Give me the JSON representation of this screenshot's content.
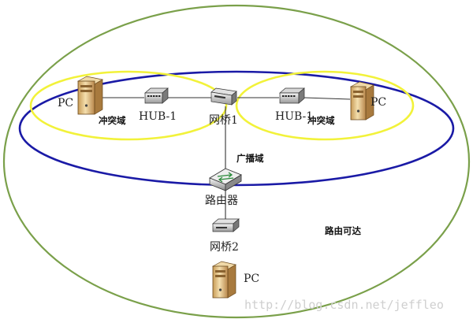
{
  "diagram": {
    "labels": {
      "pc_left": "PC",
      "pc_right": "PC",
      "pc_bottom": "PC",
      "hub_left": "HUB-1",
      "hub_right": "HUB-1",
      "bridge1": "网桥1",
      "bridge2": "网桥2",
      "router": "路由器",
      "collision_left": "冲突域",
      "collision_right": "冲突域",
      "broadcast": "广播域",
      "routable": "路由可达"
    },
    "watermark": "http://blog.csdn.net/jeffleo",
    "colors": {
      "outer_ellipse": "#7aa04a",
      "broadcast_ellipse": "#1a1aa6",
      "collision_ellipse": "#f2f23a",
      "link": "#333333"
    }
  }
}
